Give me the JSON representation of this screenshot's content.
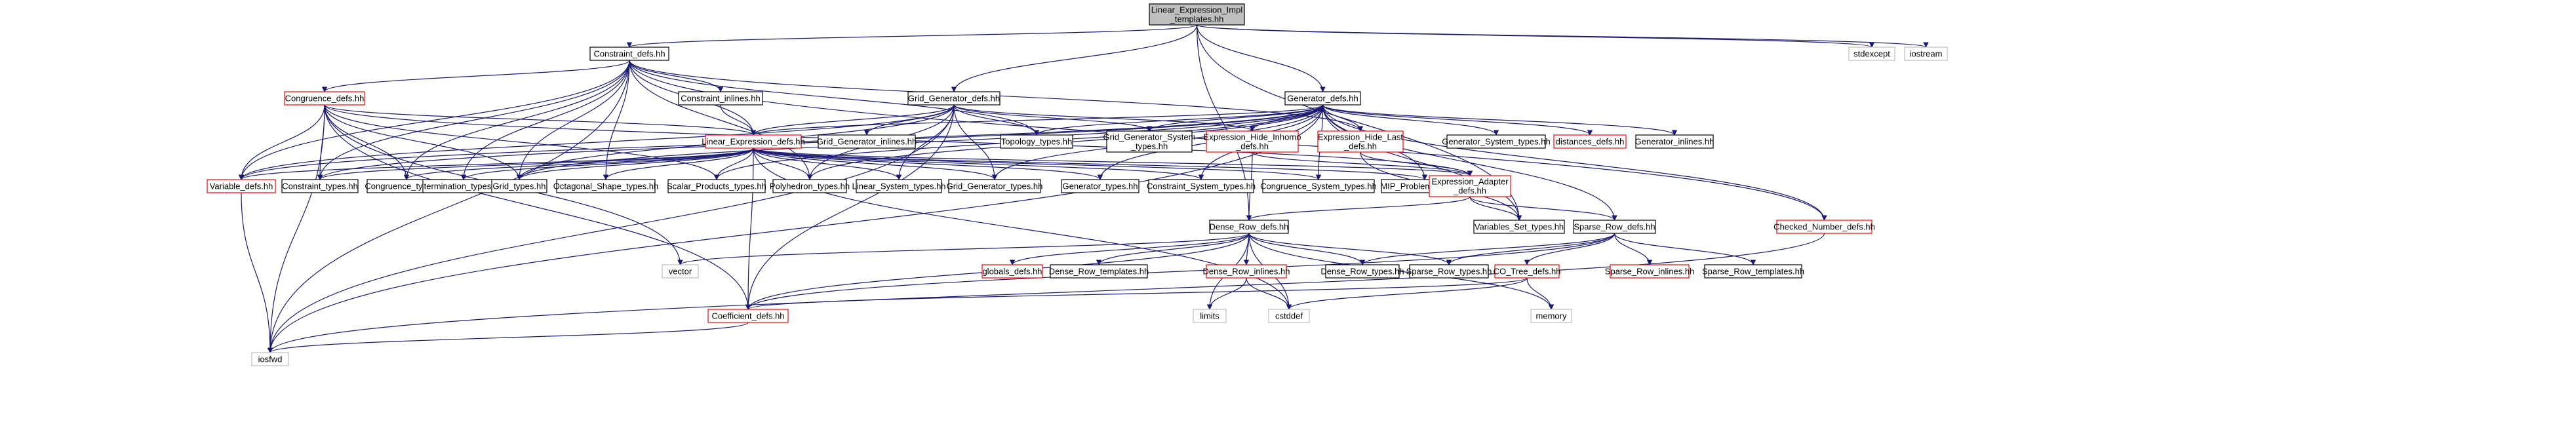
{
  "graph": {
    "nodes": [
      {
        "id": "root",
        "lines": [
          "Linear_Expression_Impl",
          "_templates.hh"
        ],
        "style": "focus"
      },
      {
        "id": "constraint_defs",
        "lines": [
          "Constraint_defs.hh"
        ],
        "style": "normal"
      },
      {
        "id": "grid_generator_defs",
        "lines": [
          "Grid_Generator_defs.hh"
        ],
        "style": "normal"
      },
      {
        "id": "generator_defs",
        "lines": [
          "Generator_defs.hh"
        ],
        "style": "normal"
      },
      {
        "id": "stdexcept",
        "lines": [
          "stdexcept"
        ],
        "style": "ext"
      },
      {
        "id": "iostream",
        "lines": [
          "iostream"
        ],
        "style": "ext"
      },
      {
        "id": "congruence_defs",
        "lines": [
          "Congruence_defs.hh"
        ],
        "style": "undoc"
      },
      {
        "id": "constraint_inlines",
        "lines": [
          "Constraint_inlines.hh"
        ],
        "style": "normal"
      },
      {
        "id": "linear_expression_defs",
        "lines": [
          "Linear_Expression_defs.hh"
        ],
        "style": "undoc"
      },
      {
        "id": "grid_generator_inlines",
        "lines": [
          "Grid_Generator_inlines.hh"
        ],
        "style": "normal"
      },
      {
        "id": "topology_types",
        "lines": [
          "Topology_types.hh"
        ],
        "style": "normal"
      },
      {
        "id": "grid_generator_system_types",
        "lines": [
          "Grid_Generator_System",
          "_types.hh"
        ],
        "style": "normal"
      },
      {
        "id": "expression_hide_inhomo",
        "lines": [
          "Expression_Hide_Inhomo",
          "_defs.hh"
        ],
        "style": "undoc"
      },
      {
        "id": "expression_hide_last",
        "lines": [
          "Expression_Hide_Last",
          "_defs.hh"
        ],
        "style": "undoc"
      },
      {
        "id": "generator_system_types",
        "lines": [
          "Generator_System_types.hh"
        ],
        "style": "normal"
      },
      {
        "id": "distances_defs",
        "lines": [
          "distances_defs.hh"
        ],
        "style": "undoc"
      },
      {
        "id": "generator_inlines",
        "lines": [
          "Generator_inlines.hh"
        ],
        "style": "normal"
      },
      {
        "id": "variable_defs",
        "lines": [
          "Variable_defs.hh"
        ],
        "style": "undoc"
      },
      {
        "id": "constraint_types",
        "lines": [
          "Constraint_types.hh"
        ],
        "style": "normal"
      },
      {
        "id": "congruence_types",
        "lines": [
          "Congruence_types.hh"
        ],
        "style": "normal"
      },
      {
        "id": "termination_types",
        "lines": [
          "termination_types.hh"
        ],
        "style": "normal"
      },
      {
        "id": "grid_types",
        "lines": [
          "Grid_types.hh"
        ],
        "style": "normal"
      },
      {
        "id": "octagonal_shape_types",
        "lines": [
          "Octagonal_Shape_types.hh"
        ],
        "style": "normal"
      },
      {
        "id": "scalar_products_types",
        "lines": [
          "Scalar_Products_types.hh"
        ],
        "style": "normal"
      },
      {
        "id": "polyhedron_types",
        "lines": [
          "Polyhedron_types.hh"
        ],
        "style": "normal"
      },
      {
        "id": "linear_system_types",
        "lines": [
          "Linear_System_types.hh"
        ],
        "style": "normal"
      },
      {
        "id": "grid_generator_types",
        "lines": [
          "Grid_Generator_types.hh"
        ],
        "style": "normal"
      },
      {
        "id": "generator_types",
        "lines": [
          "Generator_types.hh"
        ],
        "style": "normal"
      },
      {
        "id": "constraint_system_types",
        "lines": [
          "Constraint_System_types.hh"
        ],
        "style": "normal"
      },
      {
        "id": "congruence_system_types",
        "lines": [
          "Congruence_System_types.hh"
        ],
        "style": "normal"
      },
      {
        "id": "mip_problem_types",
        "lines": [
          "MIP_Problem_types.hh"
        ],
        "style": "normal"
      },
      {
        "id": "expression_adapter_defs",
        "lines": [
          "Expression_Adapter",
          "_defs.hh"
        ],
        "style": "undoc"
      },
      {
        "id": "variables_set_types",
        "lines": [
          "Variables_Set_types.hh"
        ],
        "style": "normal"
      },
      {
        "id": "sparse_row_defs",
        "lines": [
          "Sparse_Row_defs.hh"
        ],
        "style": "normal"
      },
      {
        "id": "checked_number_defs",
        "lines": [
          "Checked_Number_defs.hh"
        ],
        "style": "undoc"
      },
      {
        "id": "dense_row_defs",
        "lines": [
          "Dense_Row_defs.hh"
        ],
        "style": "normal"
      },
      {
        "id": "vector",
        "lines": [
          "vector"
        ],
        "style": "ext"
      },
      {
        "id": "globals_defs",
        "lines": [
          "globals_defs.hh"
        ],
        "style": "undoc"
      },
      {
        "id": "dense_row_templates",
        "lines": [
          "Dense_Row_templates.hh"
        ],
        "style": "normal"
      },
      {
        "id": "dense_row_inlines",
        "lines": [
          "Dense_Row_inlines.hh"
        ],
        "style": "undoc"
      },
      {
        "id": "dense_row_types",
        "lines": [
          "Dense_Row_types.hh"
        ],
        "style": "normal"
      },
      {
        "id": "sparse_row_types",
        "lines": [
          "Sparse_Row_types.hh"
        ],
        "style": "normal"
      },
      {
        "id": "co_tree_defs",
        "lines": [
          "CO_Tree_defs.hh"
        ],
        "style": "undoc"
      },
      {
        "id": "sparse_row_inlines",
        "lines": [
          "Sparse_Row_inlines.hh"
        ],
        "style": "undoc"
      },
      {
        "id": "sparse_row_templates",
        "lines": [
          "Sparse_Row_templates.hh"
        ],
        "style": "normal"
      },
      {
        "id": "coefficient_defs",
        "lines": [
          "Coefficient_defs.hh"
        ],
        "style": "undoc"
      },
      {
        "id": "limits",
        "lines": [
          "limits"
        ],
        "style": "ext"
      },
      {
        "id": "cstddef",
        "lines": [
          "cstddef"
        ],
        "style": "ext"
      },
      {
        "id": "memory",
        "lines": [
          "memory"
        ],
        "style": "ext"
      },
      {
        "id": "iosfwd",
        "lines": [
          "iosfwd"
        ],
        "style": "ext"
      }
    ],
    "edges": [
      [
        "root",
        "constraint_defs"
      ],
      [
        "root",
        "grid_generator_defs"
      ],
      [
        "root",
        "generator_defs"
      ],
      [
        "root",
        "stdexcept"
      ],
      [
        "root",
        "iostream"
      ],
      [
        "root",
        "dense_row_defs"
      ],
      [
        "root",
        "variables_set_types"
      ],
      [
        "constraint_defs",
        "congruence_defs"
      ],
      [
        "constraint_defs",
        "constraint_inlines"
      ],
      [
        "constraint_defs",
        "linear_expression_defs"
      ],
      [
        "constraint_defs",
        "topology_types"
      ],
      [
        "constraint_defs",
        "expression_hide_last"
      ],
      [
        "constraint_defs",
        "checked_number_defs"
      ],
      [
        "constraint_defs",
        "variable_defs"
      ],
      [
        "constraint_defs",
        "constraint_types"
      ],
      [
        "constraint_defs",
        "termination_types"
      ],
      [
        "constraint_defs",
        "grid_types"
      ],
      [
        "constraint_defs",
        "octagonal_shape_types"
      ],
      [
        "constraint_defs",
        "polyhedron_types"
      ],
      [
        "constraint_defs",
        "iosfwd"
      ],
      [
        "constraint_defs",
        "congruence_types"
      ],
      [
        "constraint_inlines",
        "linear_expression_defs"
      ],
      [
        "congruence_defs",
        "linear_expression_defs"
      ],
      [
        "congruence_defs",
        "variable_defs"
      ],
      [
        "congruence_defs",
        "constraint_types"
      ],
      [
        "congruence_defs",
        "congruence_types"
      ],
      [
        "congruence_defs",
        "grid_types"
      ],
      [
        "congruence_defs",
        "scalar_products_types"
      ],
      [
        "congruence_defs",
        "coefficient_defs"
      ],
      [
        "congruence_defs",
        "vector"
      ],
      [
        "congruence_defs",
        "iosfwd"
      ],
      [
        "congruence_defs",
        "expression_adapter_defs"
      ],
      [
        "grid_generator_defs",
        "linear_expression_defs"
      ],
      [
        "grid_generator_defs",
        "grid_generator_inlines"
      ],
      [
        "grid_generator_defs",
        "topology_types"
      ],
      [
        "grid_generator_defs",
        "grid_generator_system_types"
      ],
      [
        "grid_generator_defs",
        "expression_hide_inhomo"
      ],
      [
        "grid_generator_defs",
        "variable_defs"
      ],
      [
        "grid_generator_defs",
        "grid_types"
      ],
      [
        "grid_generator_defs",
        "linear_system_types"
      ],
      [
        "grid_generator_defs",
        "grid_generator_types"
      ],
      [
        "grid_generator_defs",
        "polyhedron_types"
      ],
      [
        "grid_generator_defs",
        "coefficient_defs"
      ],
      [
        "grid_generator_defs",
        "iosfwd"
      ],
      [
        "generator_defs",
        "linear_expression_defs"
      ],
      [
        "generator_defs",
        "topology_types"
      ],
      [
        "generator_defs",
        "grid_generator_system_types"
      ],
      [
        "generator_defs",
        "expression_hide_inhomo"
      ],
      [
        "generator_defs",
        "expression_hide_last"
      ],
      [
        "generator_defs",
        "generator_system_types"
      ],
      [
        "generator_defs",
        "distances_defs"
      ],
      [
        "generator_defs",
        "generator_inlines"
      ],
      [
        "generator_defs",
        "checked_number_defs"
      ],
      [
        "generator_defs",
        "variable_defs"
      ],
      [
        "generator_defs",
        "constraint_types"
      ],
      [
        "generator_defs",
        "grid_types"
      ],
      [
        "generator_defs",
        "scalar_products_types"
      ],
      [
        "generator_defs",
        "polyhedron_types"
      ],
      [
        "generator_defs",
        "grid_generator_types"
      ],
      [
        "generator_defs",
        "generator_types"
      ],
      [
        "generator_defs",
        "constraint_system_types"
      ],
      [
        "generator_defs",
        "congruence_system_types"
      ],
      [
        "generator_defs",
        "mip_problem_types"
      ],
      [
        "generator_defs",
        "variables_set_types"
      ],
      [
        "generator_defs",
        "iosfwd"
      ],
      [
        "generator_defs",
        "sparse_row_defs"
      ],
      [
        "linear_expression_defs",
        "variable_defs"
      ],
      [
        "linear_expression_defs",
        "constraint_types"
      ],
      [
        "linear_expression_defs",
        "congruence_types"
      ],
      [
        "linear_expression_defs",
        "termination_types"
      ],
      [
        "linear_expression_defs",
        "grid_types"
      ],
      [
        "linear_expression_defs",
        "octagonal_shape_types"
      ],
      [
        "linear_expression_defs",
        "scalar_products_types"
      ],
      [
        "linear_expression_defs",
        "polyhedron_types"
      ],
      [
        "linear_expression_defs",
        "linear_system_types"
      ],
      [
        "linear_expression_defs",
        "grid_generator_types"
      ],
      [
        "linear_expression_defs",
        "generator_types"
      ],
      [
        "linear_expression_defs",
        "constraint_system_types"
      ],
      [
        "linear_expression_defs",
        "congruence_system_types"
      ],
      [
        "linear_expression_defs",
        "mip_problem_types"
      ],
      [
        "linear_expression_defs",
        "expression_adapter_defs"
      ],
      [
        "linear_expression_defs",
        "coefficient_defs"
      ],
      [
        "linear_expression_defs",
        "cstddef"
      ],
      [
        "expression_hide_inhomo",
        "expression_adapter_defs"
      ],
      [
        "expression_hide_inhomo",
        "dense_row_defs"
      ],
      [
        "expression_hide_last",
        "expression_adapter_defs"
      ],
      [
        "expression_hide_last",
        "variables_set_types"
      ],
      [
        "expression_adapter_defs",
        "variables_set_types"
      ],
      [
        "expression_adapter_defs",
        "sparse_row_defs"
      ],
      [
        "expression_adapter_defs",
        "dense_row_defs"
      ],
      [
        "variable_defs",
        "iosfwd"
      ],
      [
        "checked_number_defs",
        "iosfwd"
      ],
      [
        "dense_row_defs",
        "vector"
      ],
      [
        "dense_row_defs",
        "globals_defs"
      ],
      [
        "dense_row_defs",
        "dense_row_templates"
      ],
      [
        "dense_row_defs",
        "dense_row_inlines"
      ],
      [
        "dense_row_defs",
        "dense_row_types"
      ],
      [
        "dense_row_defs",
        "sparse_row_types"
      ],
      [
        "dense_row_defs",
        "coefficient_defs"
      ],
      [
        "dense_row_defs",
        "limits"
      ],
      [
        "dense_row_defs",
        "cstddef"
      ],
      [
        "dense_row_defs",
        "memory"
      ],
      [
        "dense_row_inlines",
        "limits"
      ],
      [
        "dense_row_inlines",
        "cstddef"
      ],
      [
        "sparse_row_defs",
        "dense_row_types"
      ],
      [
        "sparse_row_defs",
        "sparse_row_types"
      ],
      [
        "sparse_row_defs",
        "co_tree_defs"
      ],
      [
        "sparse_row_defs",
        "sparse_row_inlines"
      ],
      [
        "sparse_row_defs",
        "sparse_row_templates"
      ],
      [
        "sparse_row_defs",
        "coefficient_defs"
      ],
      [
        "co_tree_defs",
        "coefficient_defs"
      ],
      [
        "co_tree_defs",
        "memory"
      ],
      [
        "co_tree_defs",
        "cstddef"
      ],
      [
        "coefficient_defs",
        "iosfwd"
      ]
    ]
  }
}
